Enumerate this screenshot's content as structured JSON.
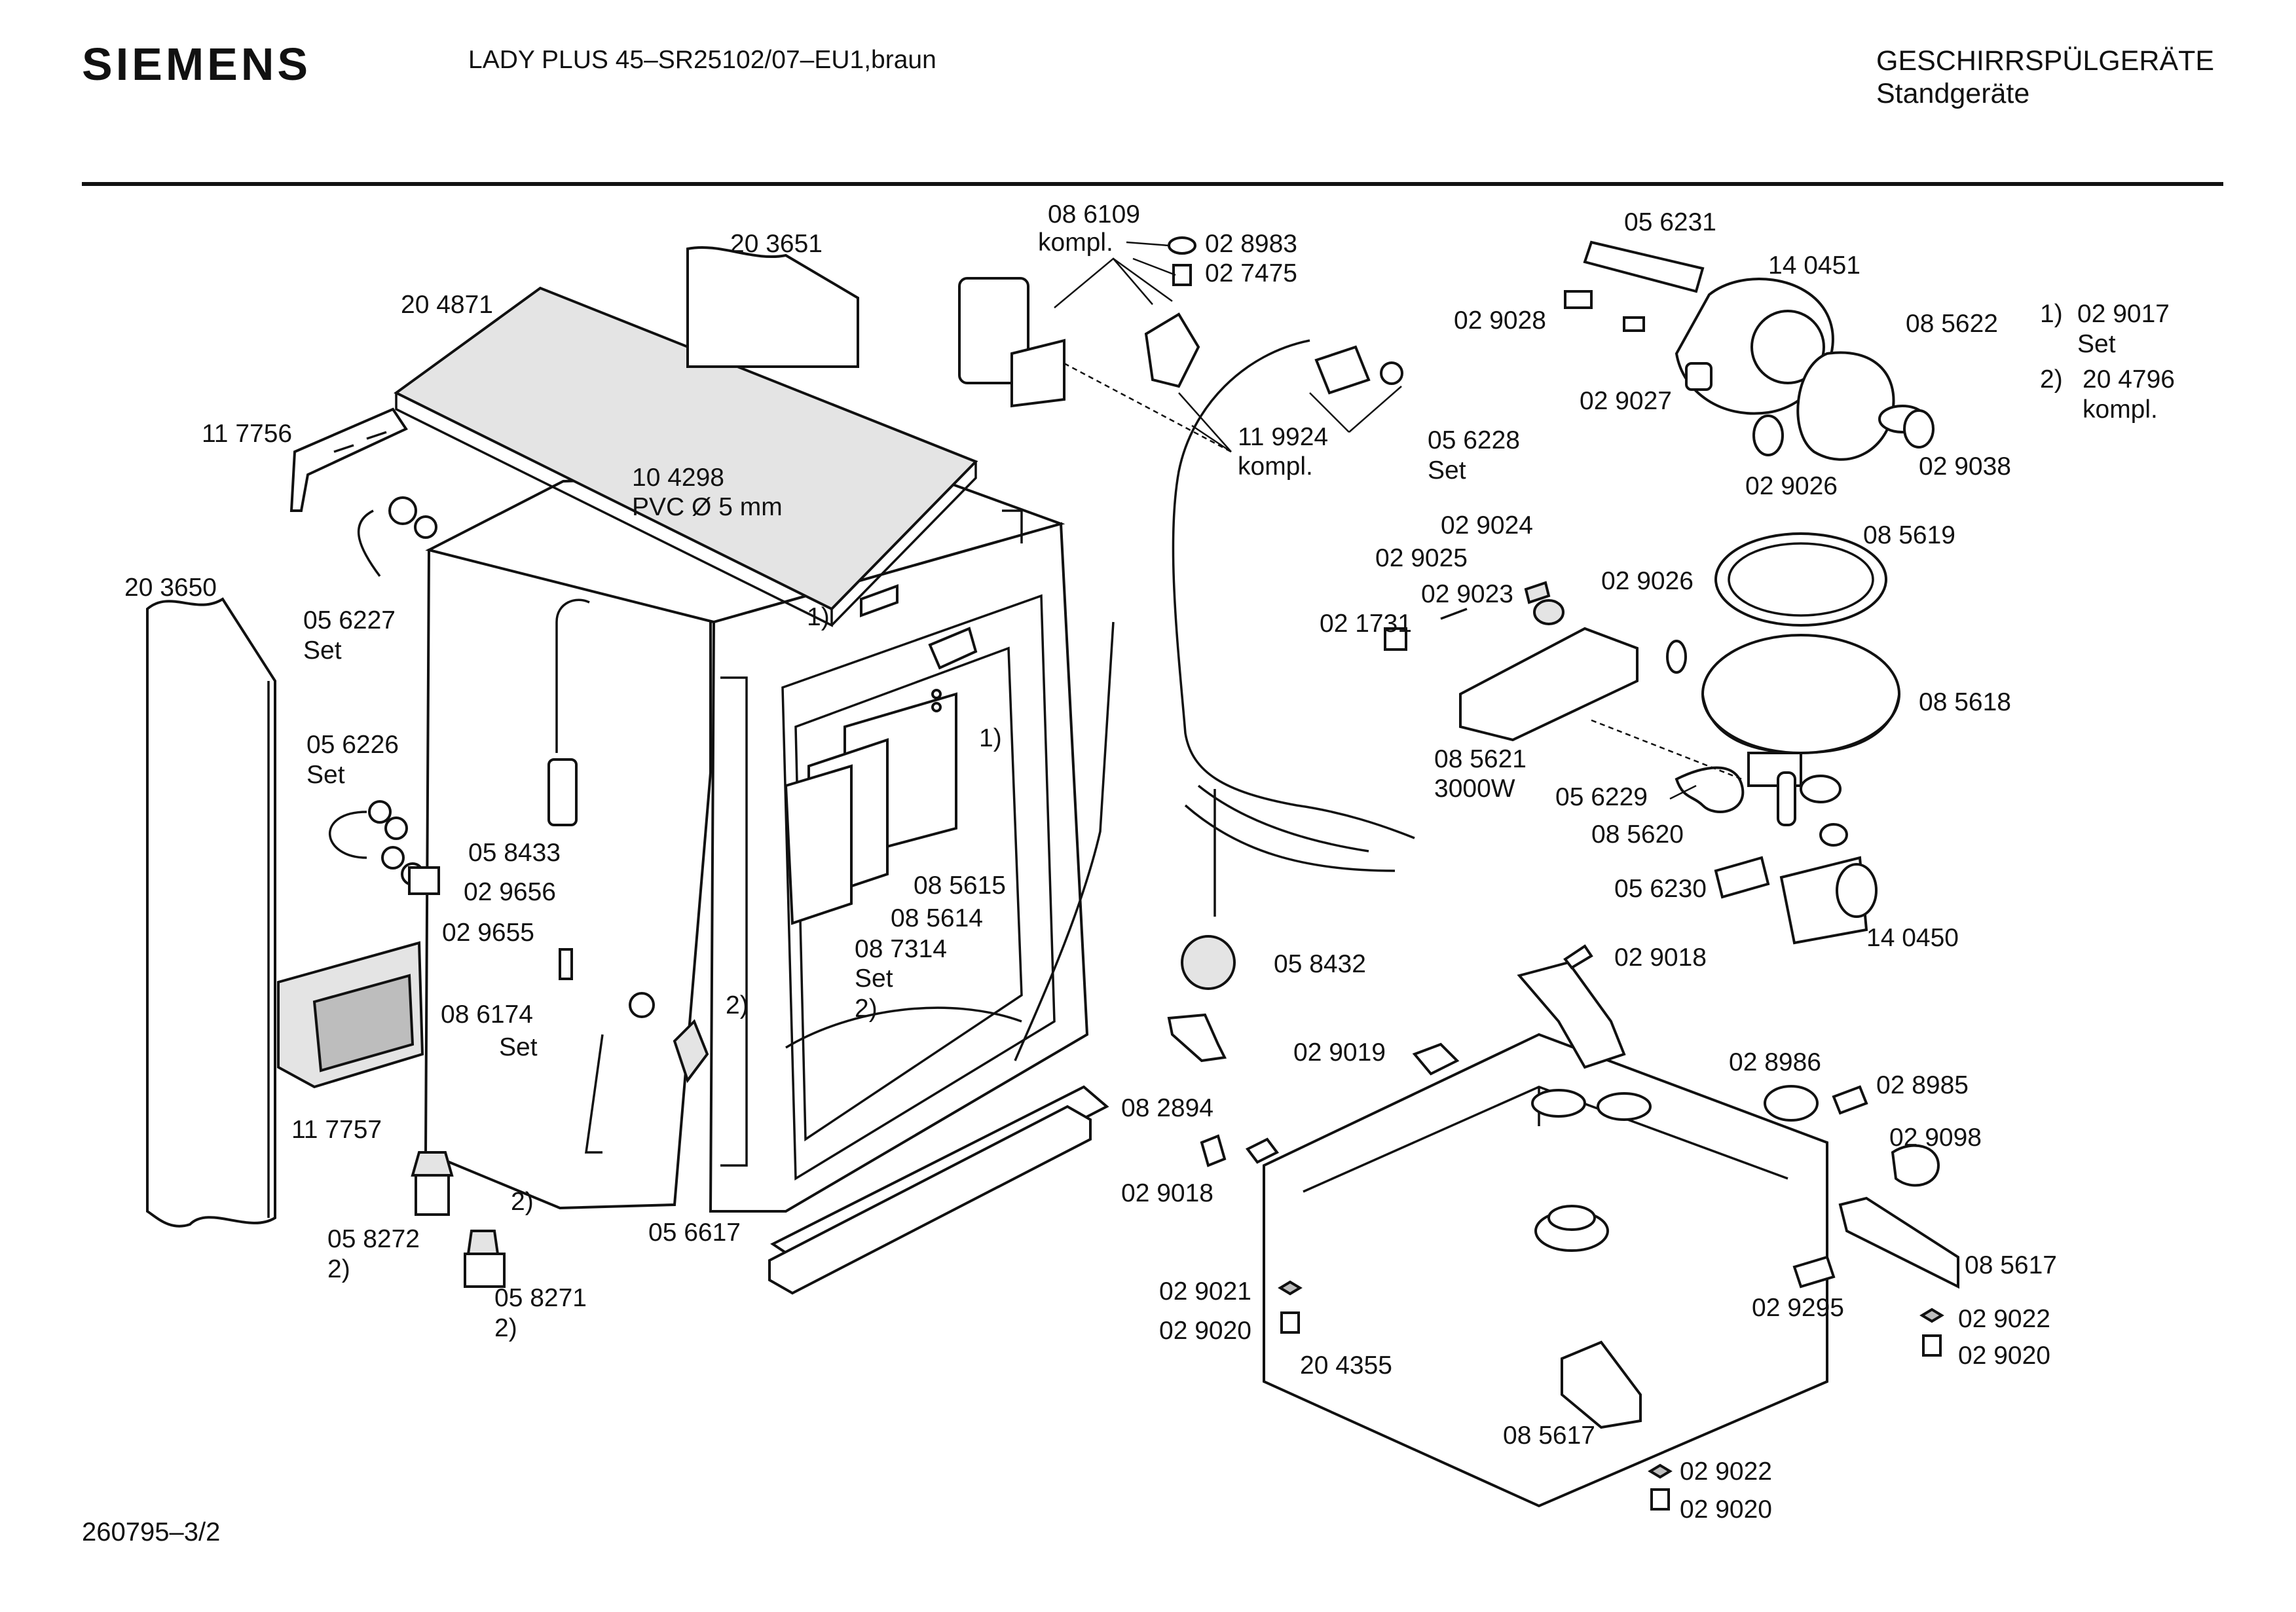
{
  "header": {
    "brand": "SIEMENS",
    "model": "LADY PLUS 45–SR25102/07–EU1,braun",
    "category_line1": "GESCHIRRSPÜLGERÄTE",
    "category_line2": "Standgeräte"
  },
  "footer": {
    "code": "260795–3/2"
  },
  "notes": [
    {
      "marker": "1)",
      "number": "02 9017",
      "sub": "Set"
    },
    {
      "marker": "2)",
      "number": "20 4796",
      "sub": "kompl."
    }
  ],
  "labels": [
    {
      "id": "p203651",
      "lines": [
        "20 3651"
      ]
    },
    {
      "id": "p204871",
      "lines": [
        "20 4871"
      ]
    },
    {
      "id": "p117756",
      "lines": [
        "11 7756"
      ]
    },
    {
      "id": "p104298",
      "lines": [
        "10 4298",
        "PVC Ø 5 mm"
      ]
    },
    {
      "id": "p203650",
      "lines": [
        "20 3650"
      ]
    },
    {
      "id": "p056227",
      "lines": [
        "05 6227",
        "Set"
      ]
    },
    {
      "id": "p056226",
      "lines": [
        "05 6226",
        "Set"
      ]
    },
    {
      "id": "p058433",
      "lines": [
        "05 8433"
      ]
    },
    {
      "id": "p029656",
      "lines": [
        "02 9656"
      ]
    },
    {
      "id": "p029655",
      "lines": [
        "02 9655"
      ]
    },
    {
      "id": "p086174",
      "lines": [
        "08 6174",
        "Set"
      ]
    },
    {
      "id": "p117757",
      "lines": [
        "11 7757"
      ]
    },
    {
      "id": "p058272",
      "lines": [
        "05 8272",
        "2)"
      ]
    },
    {
      "id": "p058271",
      "lines": [
        "05 8271",
        "2)"
      ]
    },
    {
      "id": "n2a",
      "lines": [
        "2)"
      ]
    },
    {
      "id": "p056617",
      "lines": [
        "05 6617"
      ]
    },
    {
      "id": "n1a",
      "lines": [
        "1)"
      ]
    },
    {
      "id": "n1b",
      "lines": [
        "1)"
      ]
    },
    {
      "id": "p085615",
      "lines": [
        "08 5615"
      ]
    },
    {
      "id": "p085614",
      "lines": [
        "08 5614"
      ]
    },
    {
      "id": "p087314",
      "lines": [
        "08 7314",
        "Set",
        "2)"
      ]
    },
    {
      "id": "n2b",
      "lines": [
        "2)"
      ]
    },
    {
      "id": "p086109",
      "lines": [
        "08 6109",
        "kompl."
      ]
    },
    {
      "id": "p028983",
      "lines": [
        "02 8983"
      ]
    },
    {
      "id": "p027475",
      "lines": [
        "02 7475"
      ]
    },
    {
      "id": "p119924",
      "lines": [
        "11 9924",
        "kompl."
      ]
    },
    {
      "id": "p056228",
      "lines": [
        "05 6228",
        "Set"
      ]
    },
    {
      "id": "p058432",
      "lines": [
        "05 8432"
      ]
    },
    {
      "id": "p082894",
      "lines": [
        "08 2894"
      ]
    },
    {
      "id": "p029018a",
      "lines": [
        "02 9018"
      ]
    },
    {
      "id": "p056231",
      "lines": [
        "05 6231"
      ]
    },
    {
      "id": "p140451",
      "lines": [
        "14 0451"
      ]
    },
    {
      "id": "p029028",
      "lines": [
        "02 9028"
      ]
    },
    {
      "id": "p085622",
      "lines": [
        "08 5622"
      ]
    },
    {
      "id": "p029027",
      "lines": [
        "02 9027"
      ]
    },
    {
      "id": "p029026a",
      "lines": [
        "02 9026"
      ]
    },
    {
      "id": "p029038",
      "lines": [
        "02 9038"
      ]
    },
    {
      "id": "p029024",
      "lines": [
        "02 9024"
      ]
    },
    {
      "id": "p029025",
      "lines": [
        "02 9025"
      ]
    },
    {
      "id": "p029023",
      "lines": [
        "02 9023"
      ]
    },
    {
      "id": "p021731",
      "lines": [
        "02 1731"
      ]
    },
    {
      "id": "p029026b",
      "lines": [
        "02 9026"
      ]
    },
    {
      "id": "p085621",
      "lines": [
        "08 5621",
        "3000W"
      ]
    },
    {
      "id": "p085619",
      "lines": [
        "08 5619"
      ]
    },
    {
      "id": "p085618",
      "lines": [
        "08 5618"
      ]
    },
    {
      "id": "p056229",
      "lines": [
        "05 6229"
      ]
    },
    {
      "id": "p085620",
      "lines": [
        "08 5620"
      ]
    },
    {
      "id": "p056230",
      "lines": [
        "05 6230"
      ]
    },
    {
      "id": "p140450",
      "lines": [
        "14 0450"
      ]
    },
    {
      "id": "p029018b",
      "lines": [
        "02 9018"
      ]
    },
    {
      "id": "p029019",
      "lines": [
        "02 9019"
      ]
    },
    {
      "id": "p028986",
      "lines": [
        "02 8986"
      ]
    },
    {
      "id": "p028985",
      "lines": [
        "02 8985"
      ]
    },
    {
      "id": "p029098",
      "lines": [
        "02 9098"
      ]
    },
    {
      "id": "p085617a",
      "lines": [
        "08 5617"
      ]
    },
    {
      "id": "p029295",
      "lines": [
        "02 9295"
      ]
    },
    {
      "id": "p029022a",
      "lines": [
        "02 9022"
      ]
    },
    {
      "id": "p029020a",
      "lines": [
        "02 9020"
      ]
    },
    {
      "id": "p029021",
      "lines": [
        "02 9021"
      ]
    },
    {
      "id": "p029020b",
      "lines": [
        "02 9020"
      ]
    },
    {
      "id": "p204355",
      "lines": [
        "20 4355"
      ]
    },
    {
      "id": "p085617b",
      "lines": [
        "08 5617"
      ]
    },
    {
      "id": "p029022b",
      "lines": [
        "02 9022"
      ]
    },
    {
      "id": "p029020c",
      "lines": [
        "02 9020"
      ]
    }
  ]
}
